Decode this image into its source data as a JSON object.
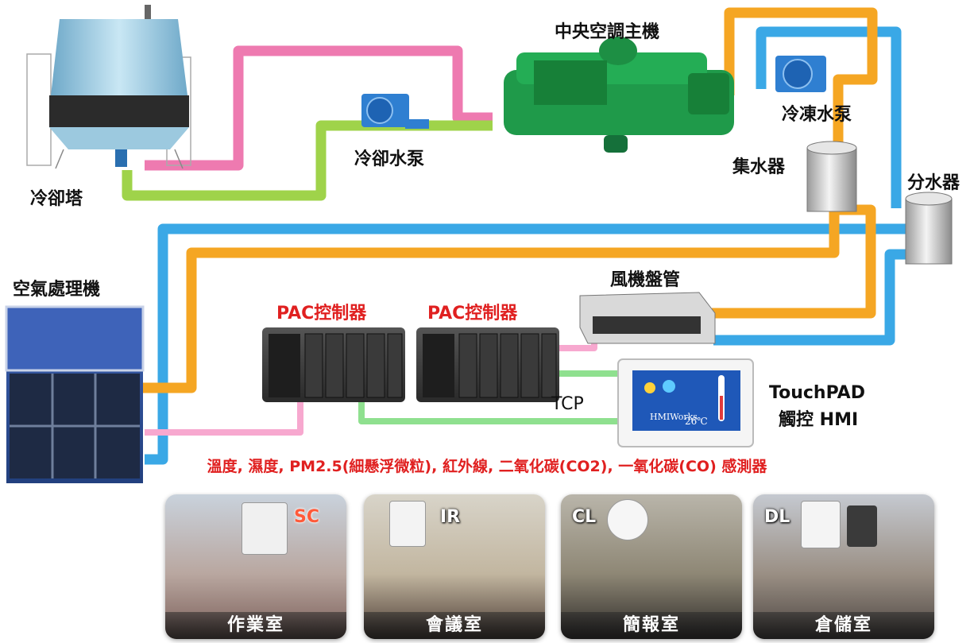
{
  "labels": {
    "cooling_tower": "冷卻塔",
    "cooling_pump": "冷卻水泵",
    "chiller": "中央空調主機",
    "chilled_pump": "冷凍水泵",
    "return_header": "集水器",
    "supply_header": "分水器",
    "ahu": "空氣處理機",
    "fcu": "風機盤管",
    "pac1": "PAC控制器",
    "pac2": "PAC控制器",
    "tcp": "TCP",
    "touchpad_line1": "TouchPAD",
    "touchpad_line2": "觸控 HMI",
    "sensors": "溫度, 濕度, PM2.5(細懸浮微粒), 紅外線, 二氧化碳(CO2), 一氧化碳(CO) 感測器"
  },
  "hmi_screen": {
    "brand": "HMIWorks",
    "temperature": "26℃"
  },
  "rooms": [
    {
      "name": "作業室",
      "badge": "SC"
    },
    {
      "name": "會議室",
      "badge": "IR"
    },
    {
      "name": "簡報室",
      "badge": "CL"
    },
    {
      "name": "倉儲室",
      "badge": "DL"
    }
  ],
  "colors": {
    "blue_pipe": "#3aa8e6",
    "orange_pipe": "#f5a623",
    "pink_pipe": "#ee7ab0",
    "green_pipe": "#9fd34a",
    "chiller_green": "#1f9a4a",
    "label_red": "#e02020"
  }
}
